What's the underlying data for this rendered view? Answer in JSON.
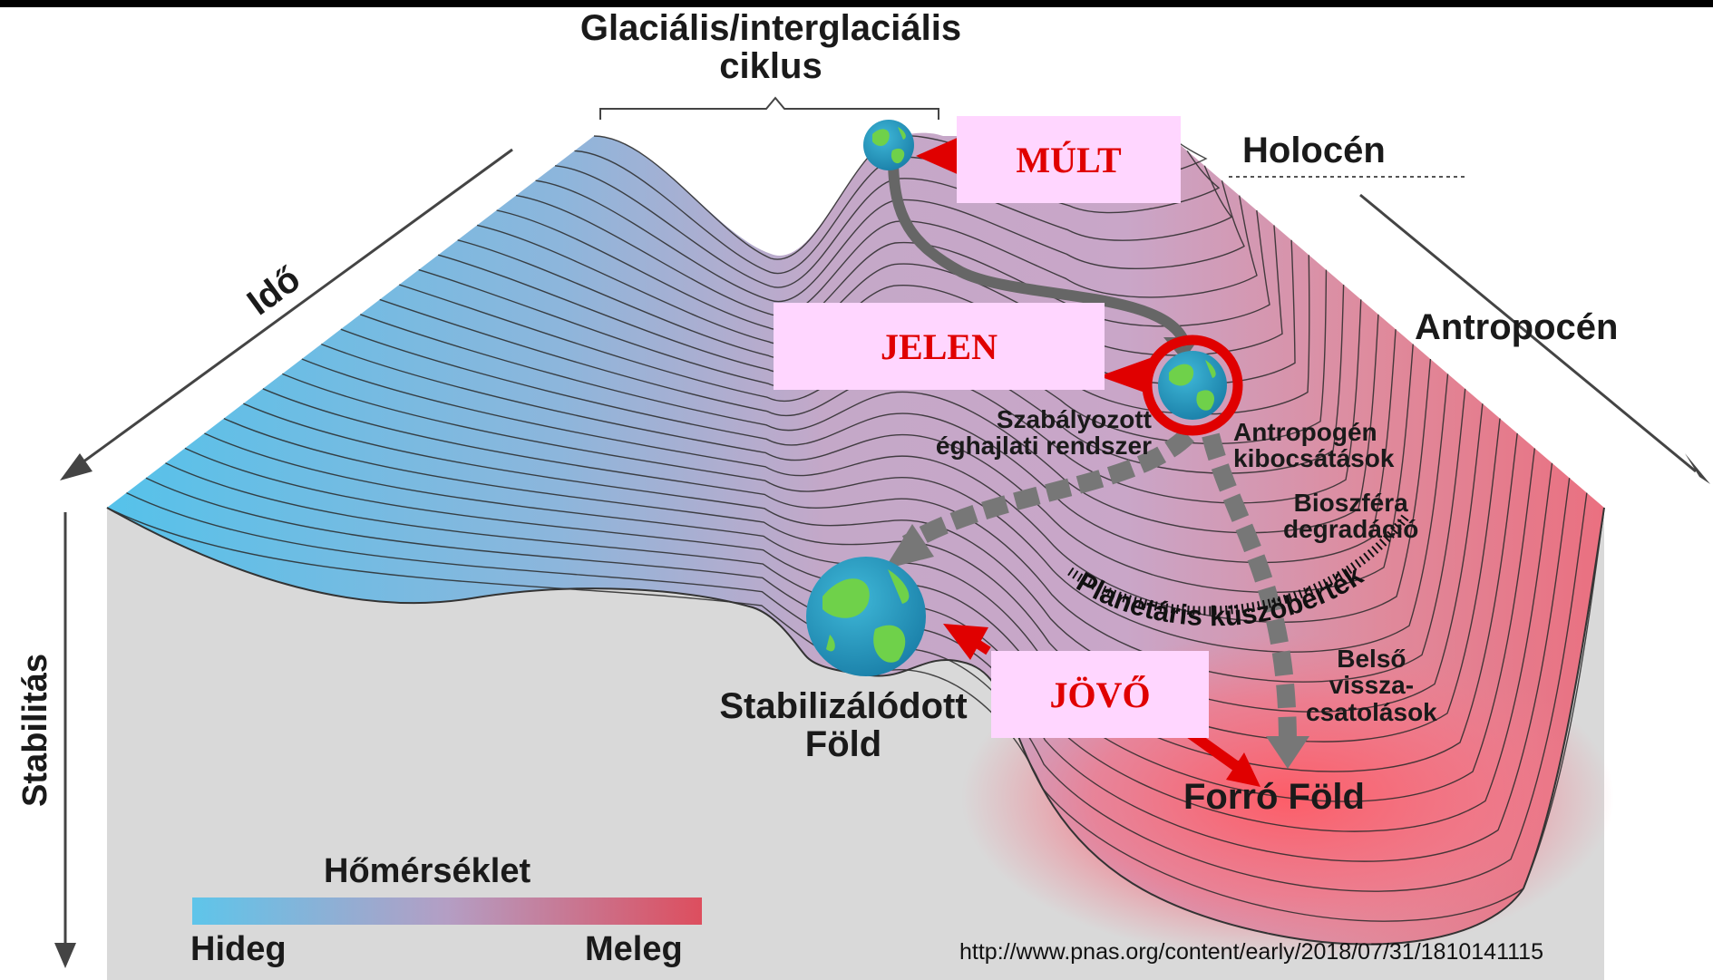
{
  "title": {
    "line1": "Glaciális/interglaciális",
    "line2": "ciklus"
  },
  "labels": {
    "holocen": "Holocén",
    "antropocen": "Antropocén",
    "ido": "Idő",
    "stabilitas": "Stabilitás",
    "szabalyozott": {
      "line1": "Szabályozott",
      "line2": "éghajlati rendszer"
    },
    "antropogen": {
      "line1": "Antropogén",
      "line2": "kibocsátások"
    },
    "bioszfera": {
      "line1": "Bioszféra",
      "line2": "degradáció"
    },
    "kuszob": "Planetáris küszöbérték",
    "belso": {
      "line1": "Belső",
      "line2": "vissza-",
      "line3": "csatolások"
    },
    "stabil_fold": {
      "line1": "Stabilizálódott",
      "line2": "Föld"
    },
    "forro_fold": "Forró Föld"
  },
  "boxes": {
    "mult": "MÚLT",
    "jelen": "JELEN",
    "jovo": "JÖVŐ"
  },
  "legend": {
    "title": "Hőmérséklet",
    "cold": "Hideg",
    "warm": "Meleg"
  },
  "colors": {
    "cold": "#5ec5ea",
    "mid": "#b49ec4",
    "warm": "#e05060",
    "box": "#ffd6ff",
    "marker": "#e00000",
    "base": "#dadada"
  },
  "source_url": "http://www.pnas.org/content/early/2018/07/31/1810141115"
}
